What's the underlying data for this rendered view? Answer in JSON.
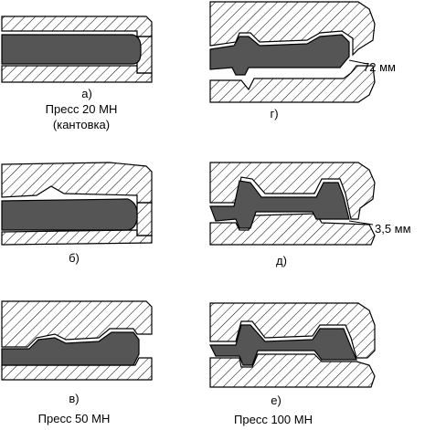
{
  "colors": {
    "forging": "#555555",
    "hatch": "#000000",
    "background": "#ffffff"
  },
  "panels": [
    {
      "id": "a",
      "letter": "а)",
      "press": "Пресс 20 МН",
      "note": "(кантовка)"
    },
    {
      "id": "g",
      "letter": "г)",
      "dimension": "72 мм"
    },
    {
      "id": "b",
      "letter": "б)"
    },
    {
      "id": "d",
      "letter": "д)",
      "dimension": "3,5 мм"
    },
    {
      "id": "v",
      "letter": "в)",
      "press": "Пресс 50 МН"
    },
    {
      "id": "e",
      "letter": "е)",
      "press": "Пресс 100 МН"
    }
  ]
}
